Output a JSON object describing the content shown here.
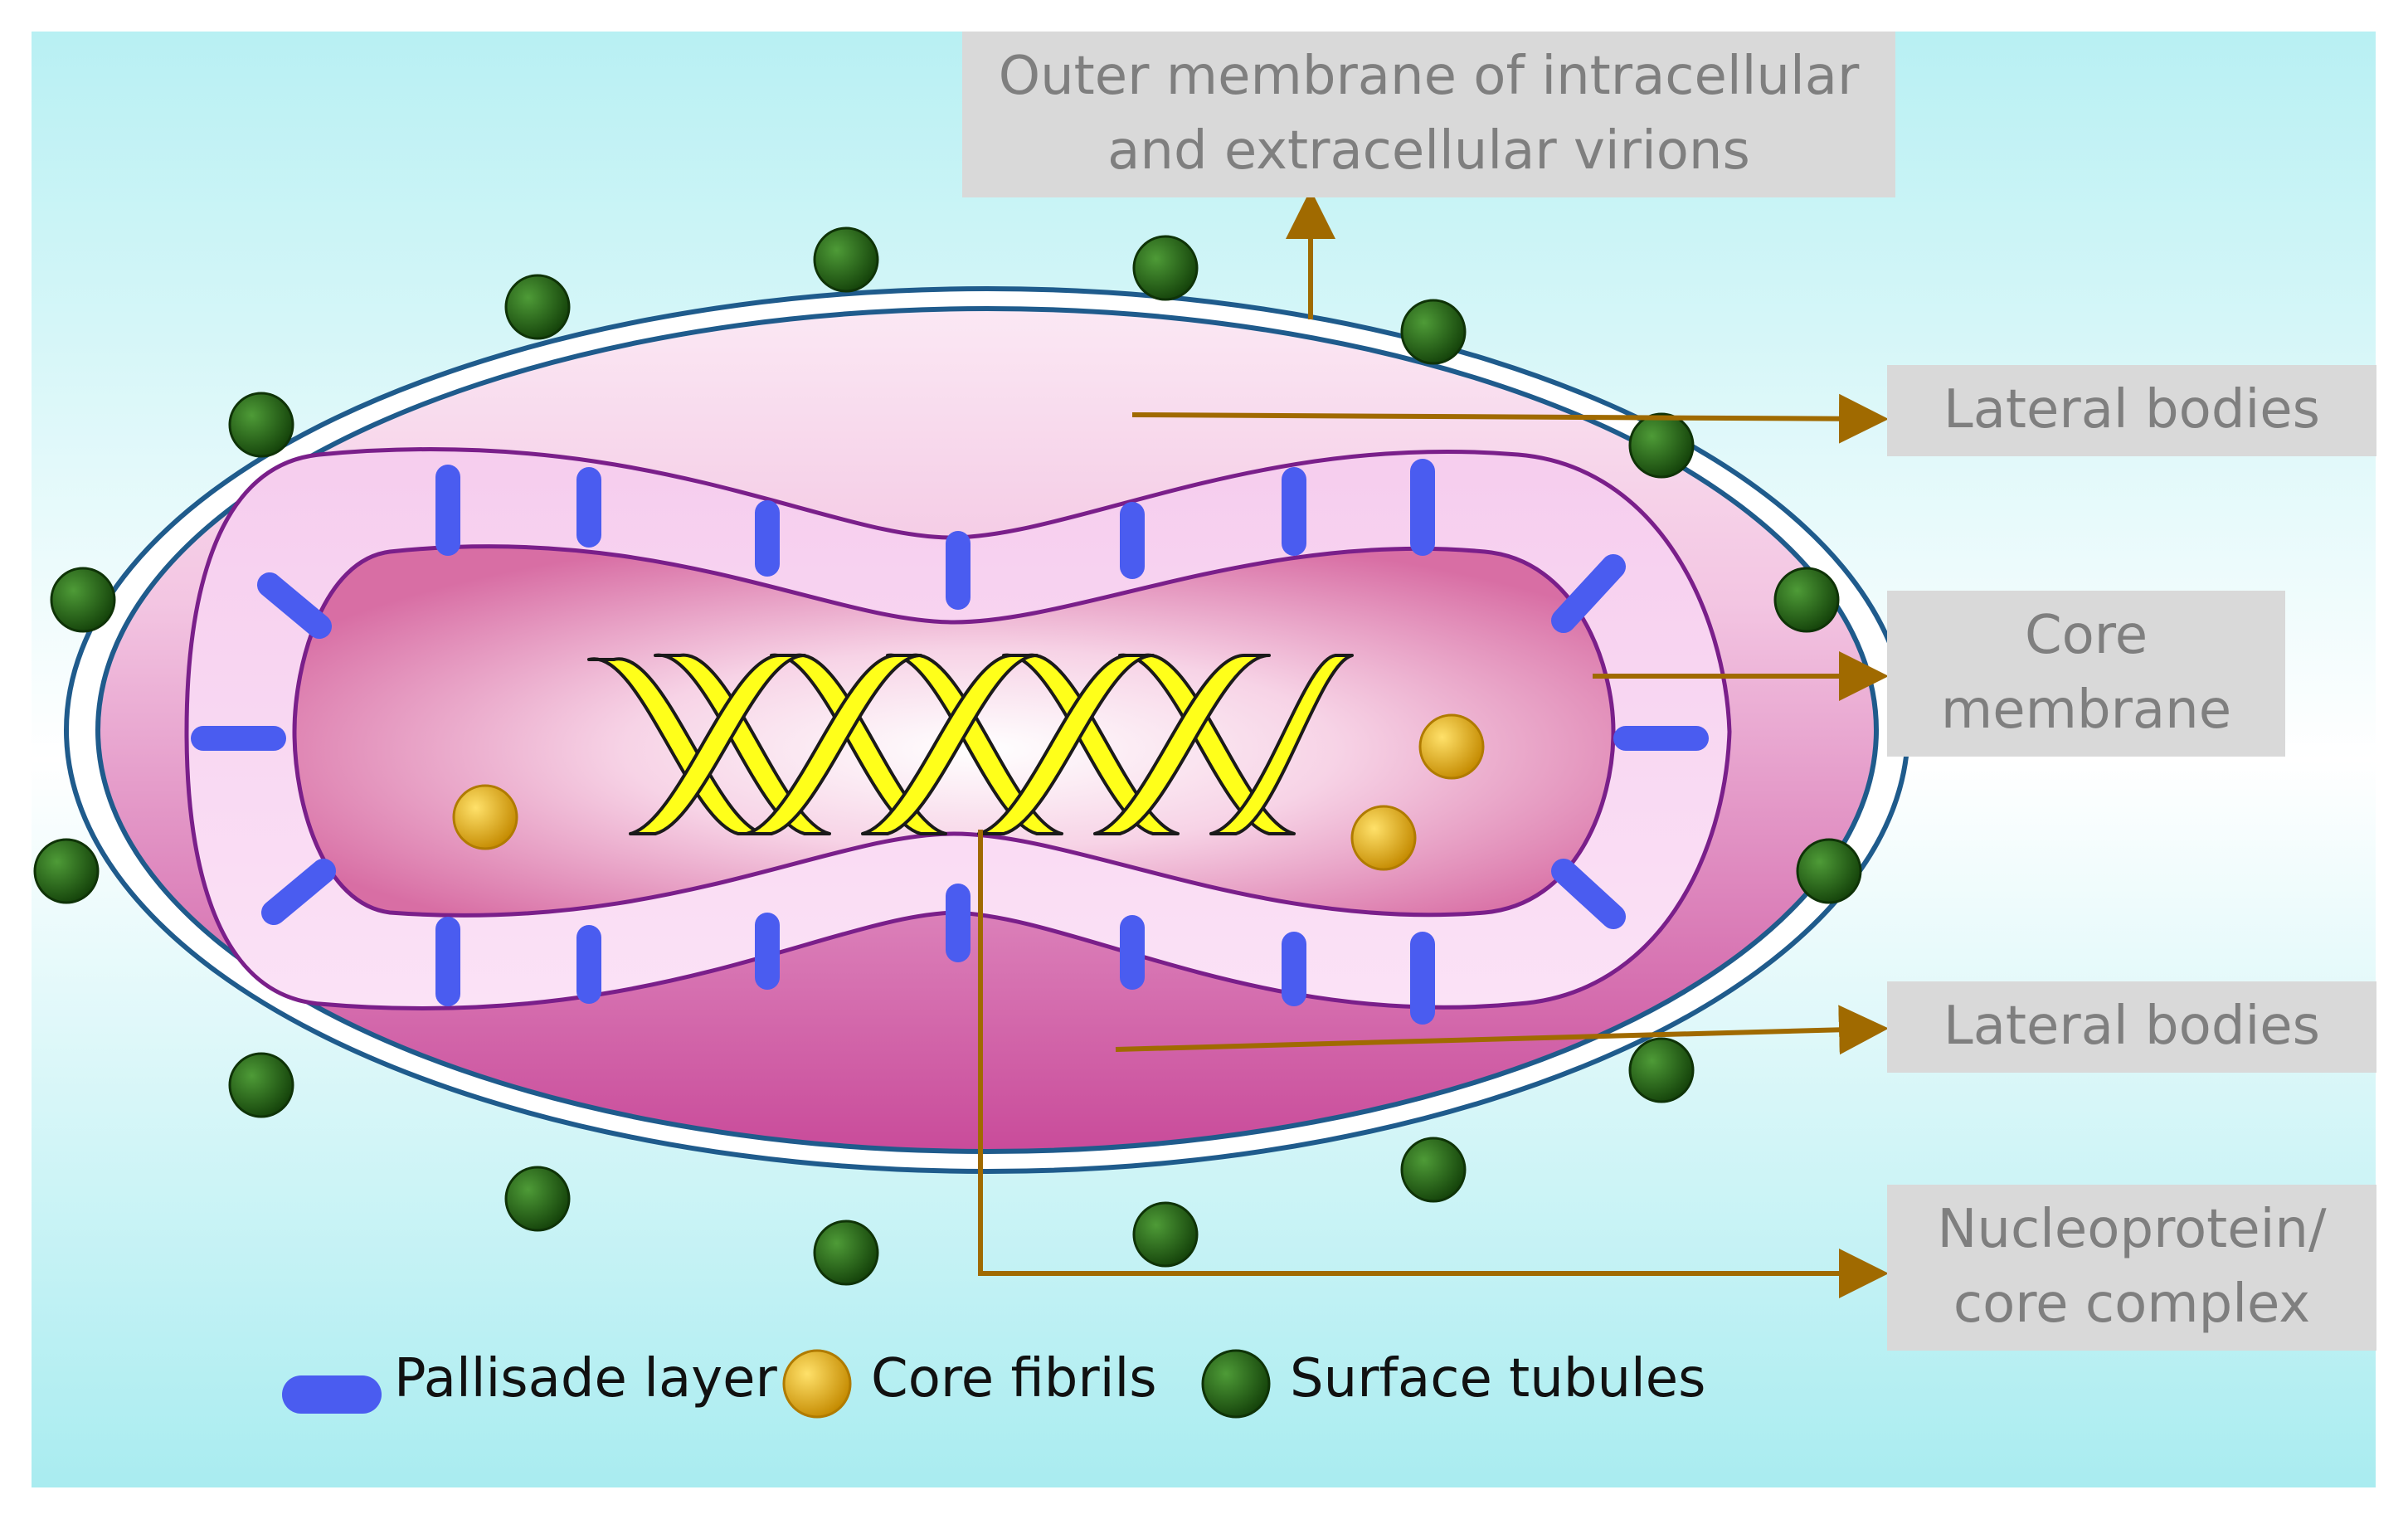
{
  "labels": {
    "outer_membrane": "Outer membrane of intracellular and extracellular virions",
    "lateral_bodies_top": "Lateral bodies",
    "core_membrane": "Core membrane",
    "lateral_bodies_bottom": "Lateral bodies",
    "nucleoprotein": "Nucleoprotein/ core complex"
  },
  "legend": [
    {
      "label": "Pallisade layer",
      "icon": "pallisade-bar-icon"
    },
    {
      "label": "Core fibrils",
      "icon": "core-fibril-icon"
    },
    {
      "label": "Surface tubules",
      "icon": "surface-tubule-icon"
    }
  ],
  "colors": {
    "background_light": "#ffffff",
    "background_cyan": "#a9ecf0",
    "virion_pink": "#d0459a",
    "lateral_body_light": "#f7d8ee",
    "pallisade_blue": "#4a5cf0",
    "dna_yellow": "#ffff1a",
    "core_fibril_gold": "#d9a300",
    "surface_tubule_green": "#1f5a14",
    "arrow_brown": "#a06a00",
    "callout_gray": "#d9d9d9"
  }
}
